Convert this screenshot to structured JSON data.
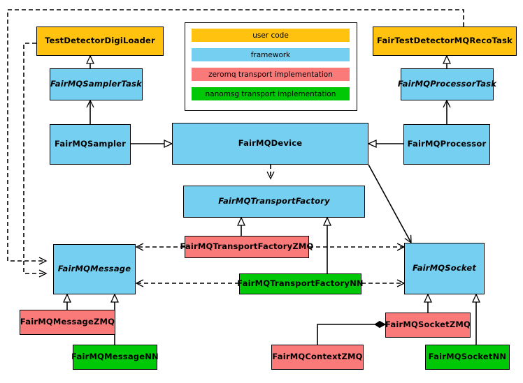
{
  "diagram": {
    "title": "FairMQ class hierarchy",
    "type": "uml-class-diagram",
    "palette": {
      "user_code": "#FFC20E",
      "framework": "#74CFF0",
      "zeromq": "#FA7A7A",
      "nanomsg": "#00C806",
      "line": "#000000",
      "background": "#FFFFFF"
    }
  },
  "legend": {
    "items": [
      {
        "label": "user code",
        "color": "#FFC20E"
      },
      {
        "label": "framework",
        "color": "#74CFF0"
      },
      {
        "label": "zeromq transport implementation",
        "color": "#FA7A7A"
      },
      {
        "label": "nanomsg transport implementation",
        "color": "#00C806"
      }
    ]
  },
  "nodes": {
    "test_detector_digi_loader": {
      "label": "TestDetectorDigiLoader",
      "category": "user code",
      "abstract": false
    },
    "fairmq_sampler_task": {
      "label": "FairMQSamplerTask",
      "category": "framework",
      "abstract": true
    },
    "fairmq_sampler": {
      "label": "FairMQSampler",
      "category": "framework",
      "abstract": false
    },
    "fairmq_device": {
      "label": "FairMQDevice",
      "category": "framework",
      "abstract": false
    },
    "fairmq_processor": {
      "label": "FairMQProcessor",
      "category": "framework",
      "abstract": false
    },
    "fairmq_processor_task": {
      "label": "FairMQProcessorTask",
      "category": "framework",
      "abstract": true
    },
    "fair_testdetector_reco": {
      "label": "FairTestDetectorMQRecoTask",
      "category": "user code",
      "abstract": false
    },
    "fairmq_transport_factory": {
      "label": "FairMQTransportFactory",
      "category": "framework",
      "abstract": true
    },
    "fairmq_transport_factory_zmq": {
      "label": "FairMQTransportFactoryZMQ",
      "category": "zeromq",
      "abstract": false
    },
    "fairmq_transport_factory_nn": {
      "label": "FairMQTransportFactoryNN",
      "category": "nanomsg",
      "abstract": false
    },
    "fairmq_message": {
      "label": "FairMQMessage",
      "category": "framework",
      "abstract": true
    },
    "fairmq_socket": {
      "label": "FairMQSocket",
      "category": "framework",
      "abstract": true
    },
    "fairmq_message_zmq": {
      "label": "FairMQMessageZMQ",
      "category": "zeromq",
      "abstract": false
    },
    "fairmq_message_nn": {
      "label": "FairMQMessageNN",
      "category": "nanomsg",
      "abstract": false
    },
    "fairmq_socket_zmq": {
      "label": "FairMQSocketZMQ",
      "category": "zeromq",
      "abstract": false
    },
    "fairmq_socket_nn": {
      "label": "FairMQSocketNN",
      "category": "nanomsg",
      "abstract": false
    },
    "fairmq_context_zmq": {
      "label": "FairMQContextZMQ",
      "category": "zeromq",
      "abstract": false
    }
  },
  "edges": [
    {
      "from": "test_detector_digi_loader",
      "to": "fairmq_sampler_task",
      "kind": "generalization"
    },
    {
      "from": "fairmq_sampler",
      "to": "fairmq_sampler_task",
      "kind": "association"
    },
    {
      "from": "fairmq_sampler",
      "to": "fairmq_device",
      "kind": "generalization"
    },
    {
      "from": "fairmq_processor",
      "to": "fairmq_device",
      "kind": "generalization"
    },
    {
      "from": "fairmq_processor",
      "to": "fairmq_processor_task",
      "kind": "association"
    },
    {
      "from": "fair_testdetector_reco",
      "to": "fairmq_processor_task",
      "kind": "generalization"
    },
    {
      "from": "fairmq_device",
      "to": "fairmq_transport_factory",
      "kind": "dependency"
    },
    {
      "from": "fairmq_device",
      "to": "fairmq_socket",
      "kind": "association"
    },
    {
      "from": "fairmq_transport_factory_zmq",
      "to": "fairmq_transport_factory",
      "kind": "generalization"
    },
    {
      "from": "fairmq_transport_factory_nn",
      "to": "fairmq_transport_factory",
      "kind": "generalization"
    },
    {
      "from": "fairmq_transport_factory_zmq",
      "to": "fairmq_message",
      "kind": "dependency"
    },
    {
      "from": "fairmq_transport_factory_zmq",
      "to": "fairmq_socket",
      "kind": "dependency"
    },
    {
      "from": "fairmq_transport_factory_nn",
      "to": "fairmq_message",
      "kind": "dependency"
    },
    {
      "from": "fairmq_transport_factory_nn",
      "to": "fairmq_socket",
      "kind": "dependency"
    },
    {
      "from": "test_detector_digi_loader",
      "to": "fairmq_message",
      "kind": "dependency"
    },
    {
      "from": "fair_testdetector_reco",
      "to": "fairmq_message",
      "kind": "dependency"
    },
    {
      "from": "fairmq_message_zmq",
      "to": "fairmq_message",
      "kind": "generalization"
    },
    {
      "from": "fairmq_message_nn",
      "to": "fairmq_message",
      "kind": "generalization"
    },
    {
      "from": "fairmq_socket_zmq",
      "to": "fairmq_socket",
      "kind": "generalization"
    },
    {
      "from": "fairmq_socket_nn",
      "to": "fairmq_socket",
      "kind": "generalization"
    },
    {
      "from": "fairmq_context_zmq",
      "to": "fairmq_socket_zmq",
      "kind": "composition"
    }
  ]
}
